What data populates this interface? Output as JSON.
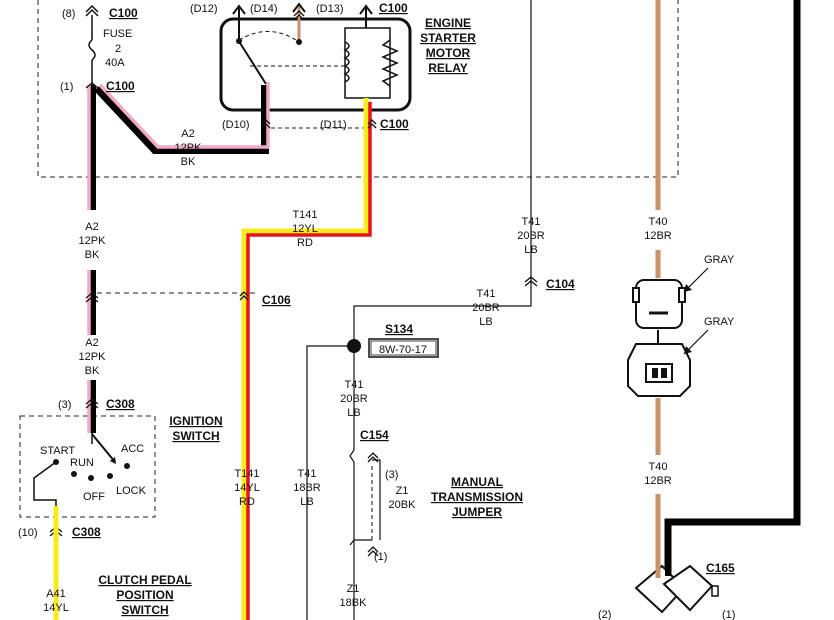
{
  "connectors": {
    "c100_top": "C100",
    "c100_fuse": "C100",
    "c100_d13": "C100",
    "c100_d11": "C100",
    "c106": "C106",
    "c308_top": "C308",
    "c308_bottom": "C308",
    "c104": "C104",
    "c154": "C154",
    "c165": "C165"
  },
  "pins": {
    "p8": "(8)",
    "p1": "(1)",
    "d12": "(D12)",
    "d14": "(D14)",
    "d13": "(D13)",
    "d10": "(D10)",
    "d11": "(D11)",
    "p3_c308": "(3)",
    "p10_c308": "(10)",
    "p3_c154": "(3)",
    "p1_c154": "(1)",
    "p2_c165": "(2)",
    "p1_c165": "(1)"
  },
  "fuse": {
    "line1": "FUSE",
    "line2": "2",
    "line3": "40A"
  },
  "components": {
    "relay": [
      "ENGINE",
      "STARTER",
      "MOTOR",
      "RELAY"
    ],
    "ignition": [
      "IGNITION",
      "SWITCH"
    ],
    "manual": [
      "MANUAL",
      "TRANSMISSION",
      "JUMPER"
    ],
    "clutch": [
      "CLUTCH PEDAL",
      "POSITION",
      "SWITCH"
    ]
  },
  "switch_positions": {
    "start": "START",
    "run": "RUN",
    "acc": "ACC",
    "off": "OFF",
    "lock": "LOCK"
  },
  "splice": {
    "name": "S134",
    "ref": "8W-70-17"
  },
  "wires": {
    "a2_right": [
      "A2",
      "12PK",
      "BK"
    ],
    "a2_upper": [
      "A2",
      "12PK",
      "BK"
    ],
    "a2_lower": [
      "A2",
      "12PK",
      "BK"
    ],
    "t141_top": [
      "T141",
      "12YL",
      "RD"
    ],
    "t141_bottom": [
      "T141",
      "14YL",
      "RD"
    ],
    "t41_top": [
      "T41",
      "20BR",
      "LB"
    ],
    "t41_c104": [
      "T41",
      "20BR",
      "LB"
    ],
    "t41_splice": [
      "T41",
      "20BR",
      "LB"
    ],
    "t41_left": [
      "T41",
      "18BR",
      "LB"
    ],
    "t40_top": [
      "T40",
      "12BR"
    ],
    "t40_bottom": [
      "T40",
      "12BR"
    ],
    "z1_jumper": [
      "Z1",
      "20BK"
    ],
    "z1_bottom": [
      "Z1",
      "18BK"
    ],
    "a41": [
      "A41",
      "14YL"
    ]
  },
  "gray_labels": [
    "GRAY",
    "GRAY"
  ],
  "colors": {
    "pink": "#f4a7c8",
    "black": "#000000",
    "yellow": "#f7ec1a",
    "red": "#e8141b",
    "brown": "#c8926b"
  }
}
